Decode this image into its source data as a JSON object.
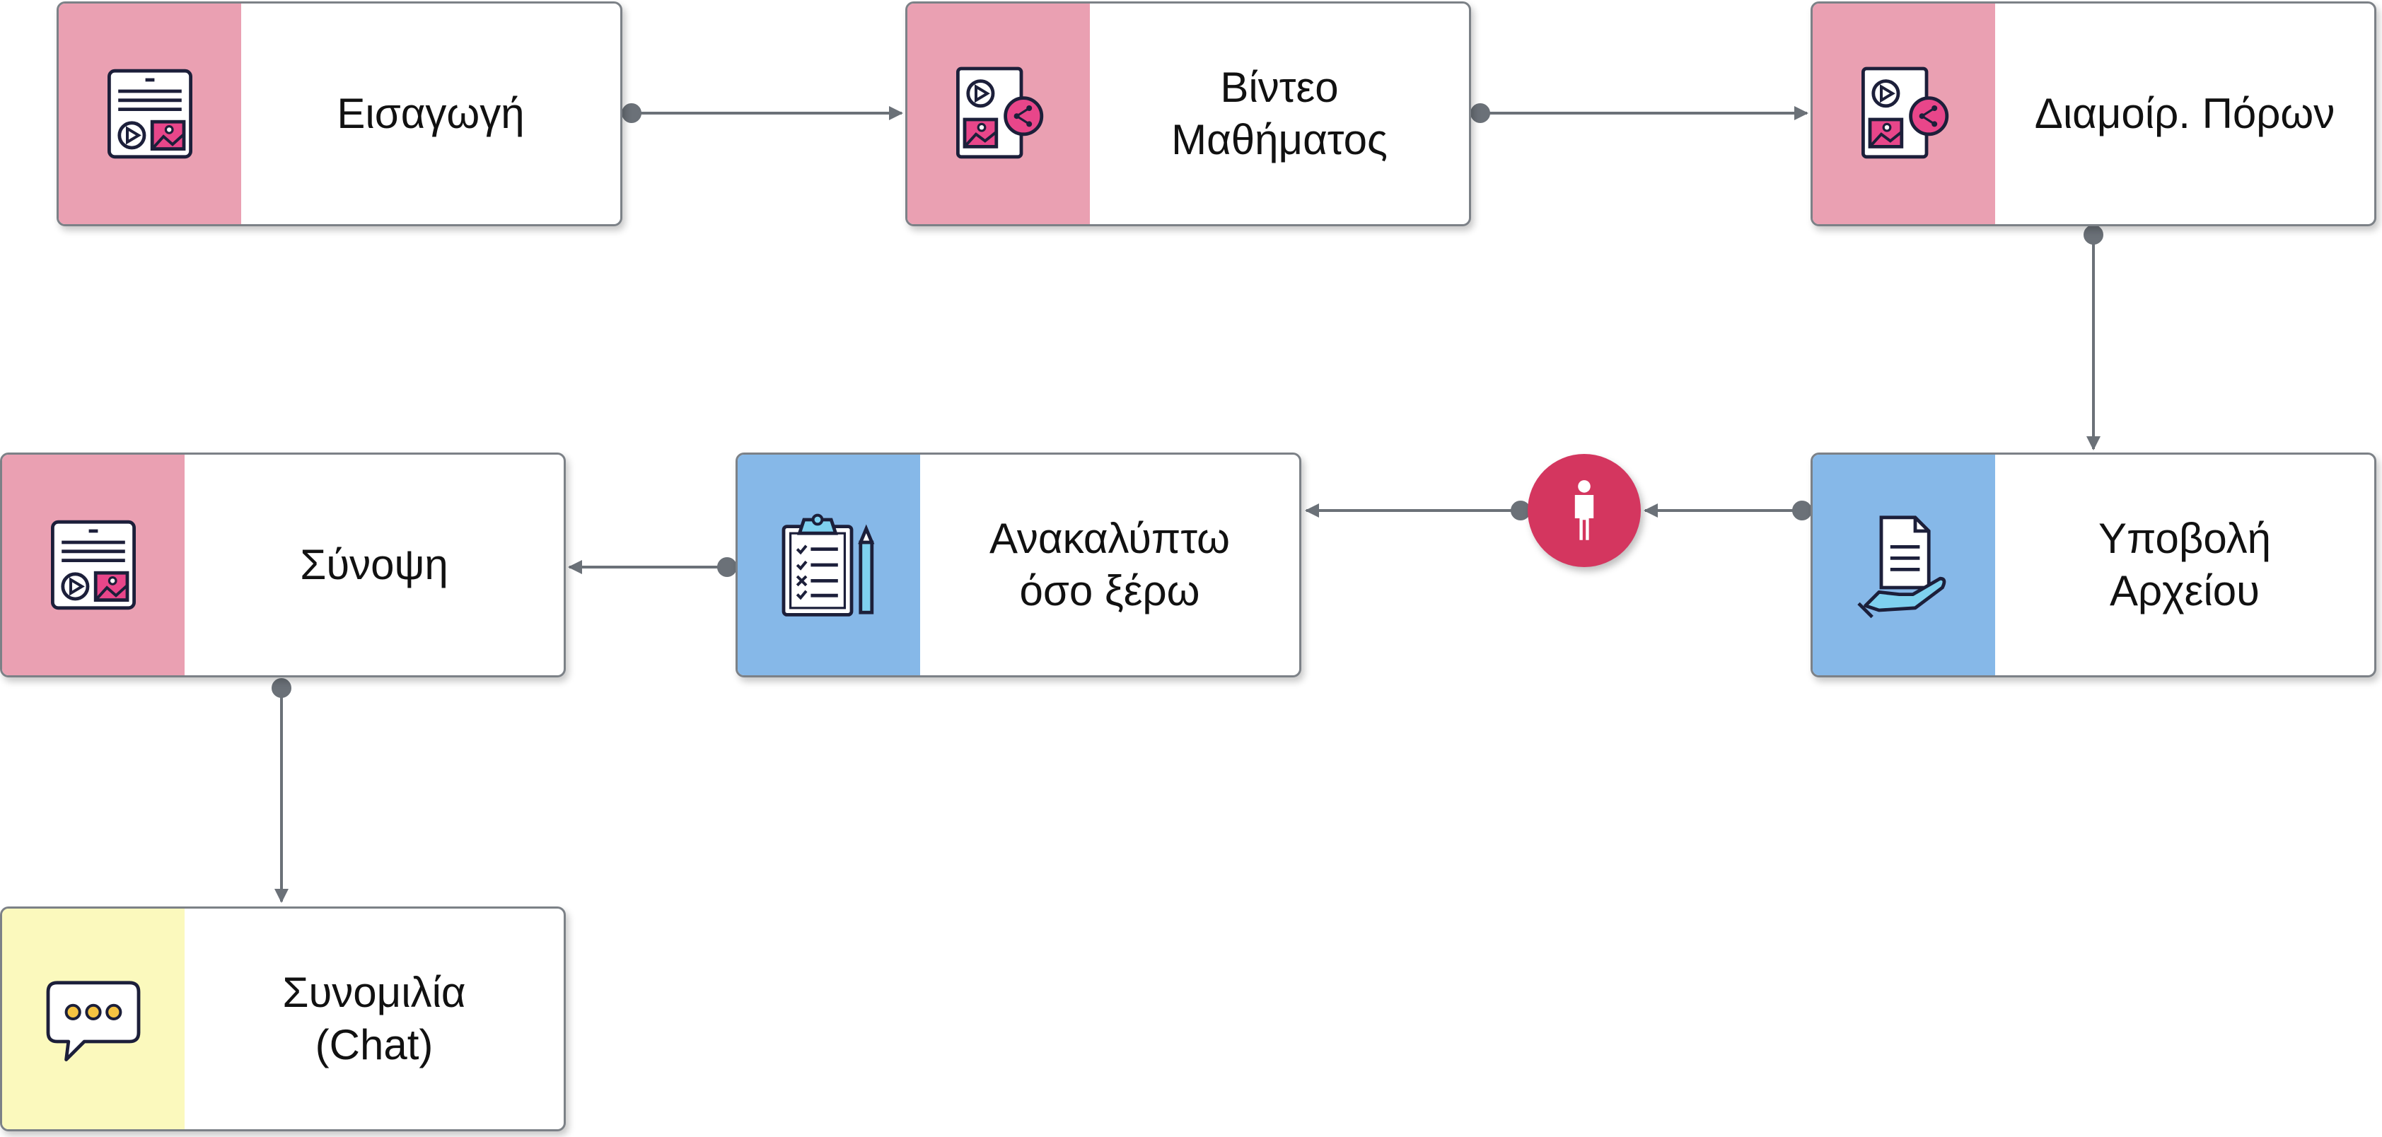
{
  "nodes": {
    "intro": {
      "label": "Εισαγωγή",
      "icon": "media-page-icon",
      "accent": "#eaa0b2"
    },
    "video": {
      "label": "Βίντεο\nΜαθήματος",
      "icon": "media-share-icon",
      "accent": "#eaa0b2"
    },
    "resources": {
      "label": "Διαμοίρ. Πόρων",
      "icon": "media-share-icon",
      "accent": "#eaa0b2"
    },
    "submit": {
      "label": "Υποβολή\nΑρχείου",
      "icon": "document-hand-icon",
      "accent": "#86b8e8"
    },
    "discover": {
      "label": "Ανακαλύπτω\nόσο ξέρω",
      "icon": "clipboard-checklist-icon",
      "accent": "#86b8e8"
    },
    "summary": {
      "label": "Σύνοψη",
      "icon": "media-page-icon",
      "accent": "#eaa0b2"
    },
    "chat": {
      "label": "Συνομιλία\n(Chat)",
      "icon": "chat-bubble-icon",
      "accent": "#fbf9bd"
    }
  },
  "actor": {
    "icon": "person-icon",
    "color": "#d4365f"
  },
  "edges": [
    {
      "from": "intro",
      "to": "video"
    },
    {
      "from": "video",
      "to": "resources"
    },
    {
      "from": "resources",
      "to": "submit"
    },
    {
      "from": "submit",
      "to": "actor"
    },
    {
      "from": "actor",
      "to": "discover"
    },
    {
      "from": "discover",
      "to": "summary"
    },
    {
      "from": "summary",
      "to": "chat"
    }
  ],
  "colors": {
    "connector": "#6b7178",
    "pink": "#eaa0b2",
    "blue": "#86b8e8",
    "yellow": "#fbf9bd",
    "magenta": "#e8468a",
    "navy": "#1c1f3a"
  }
}
